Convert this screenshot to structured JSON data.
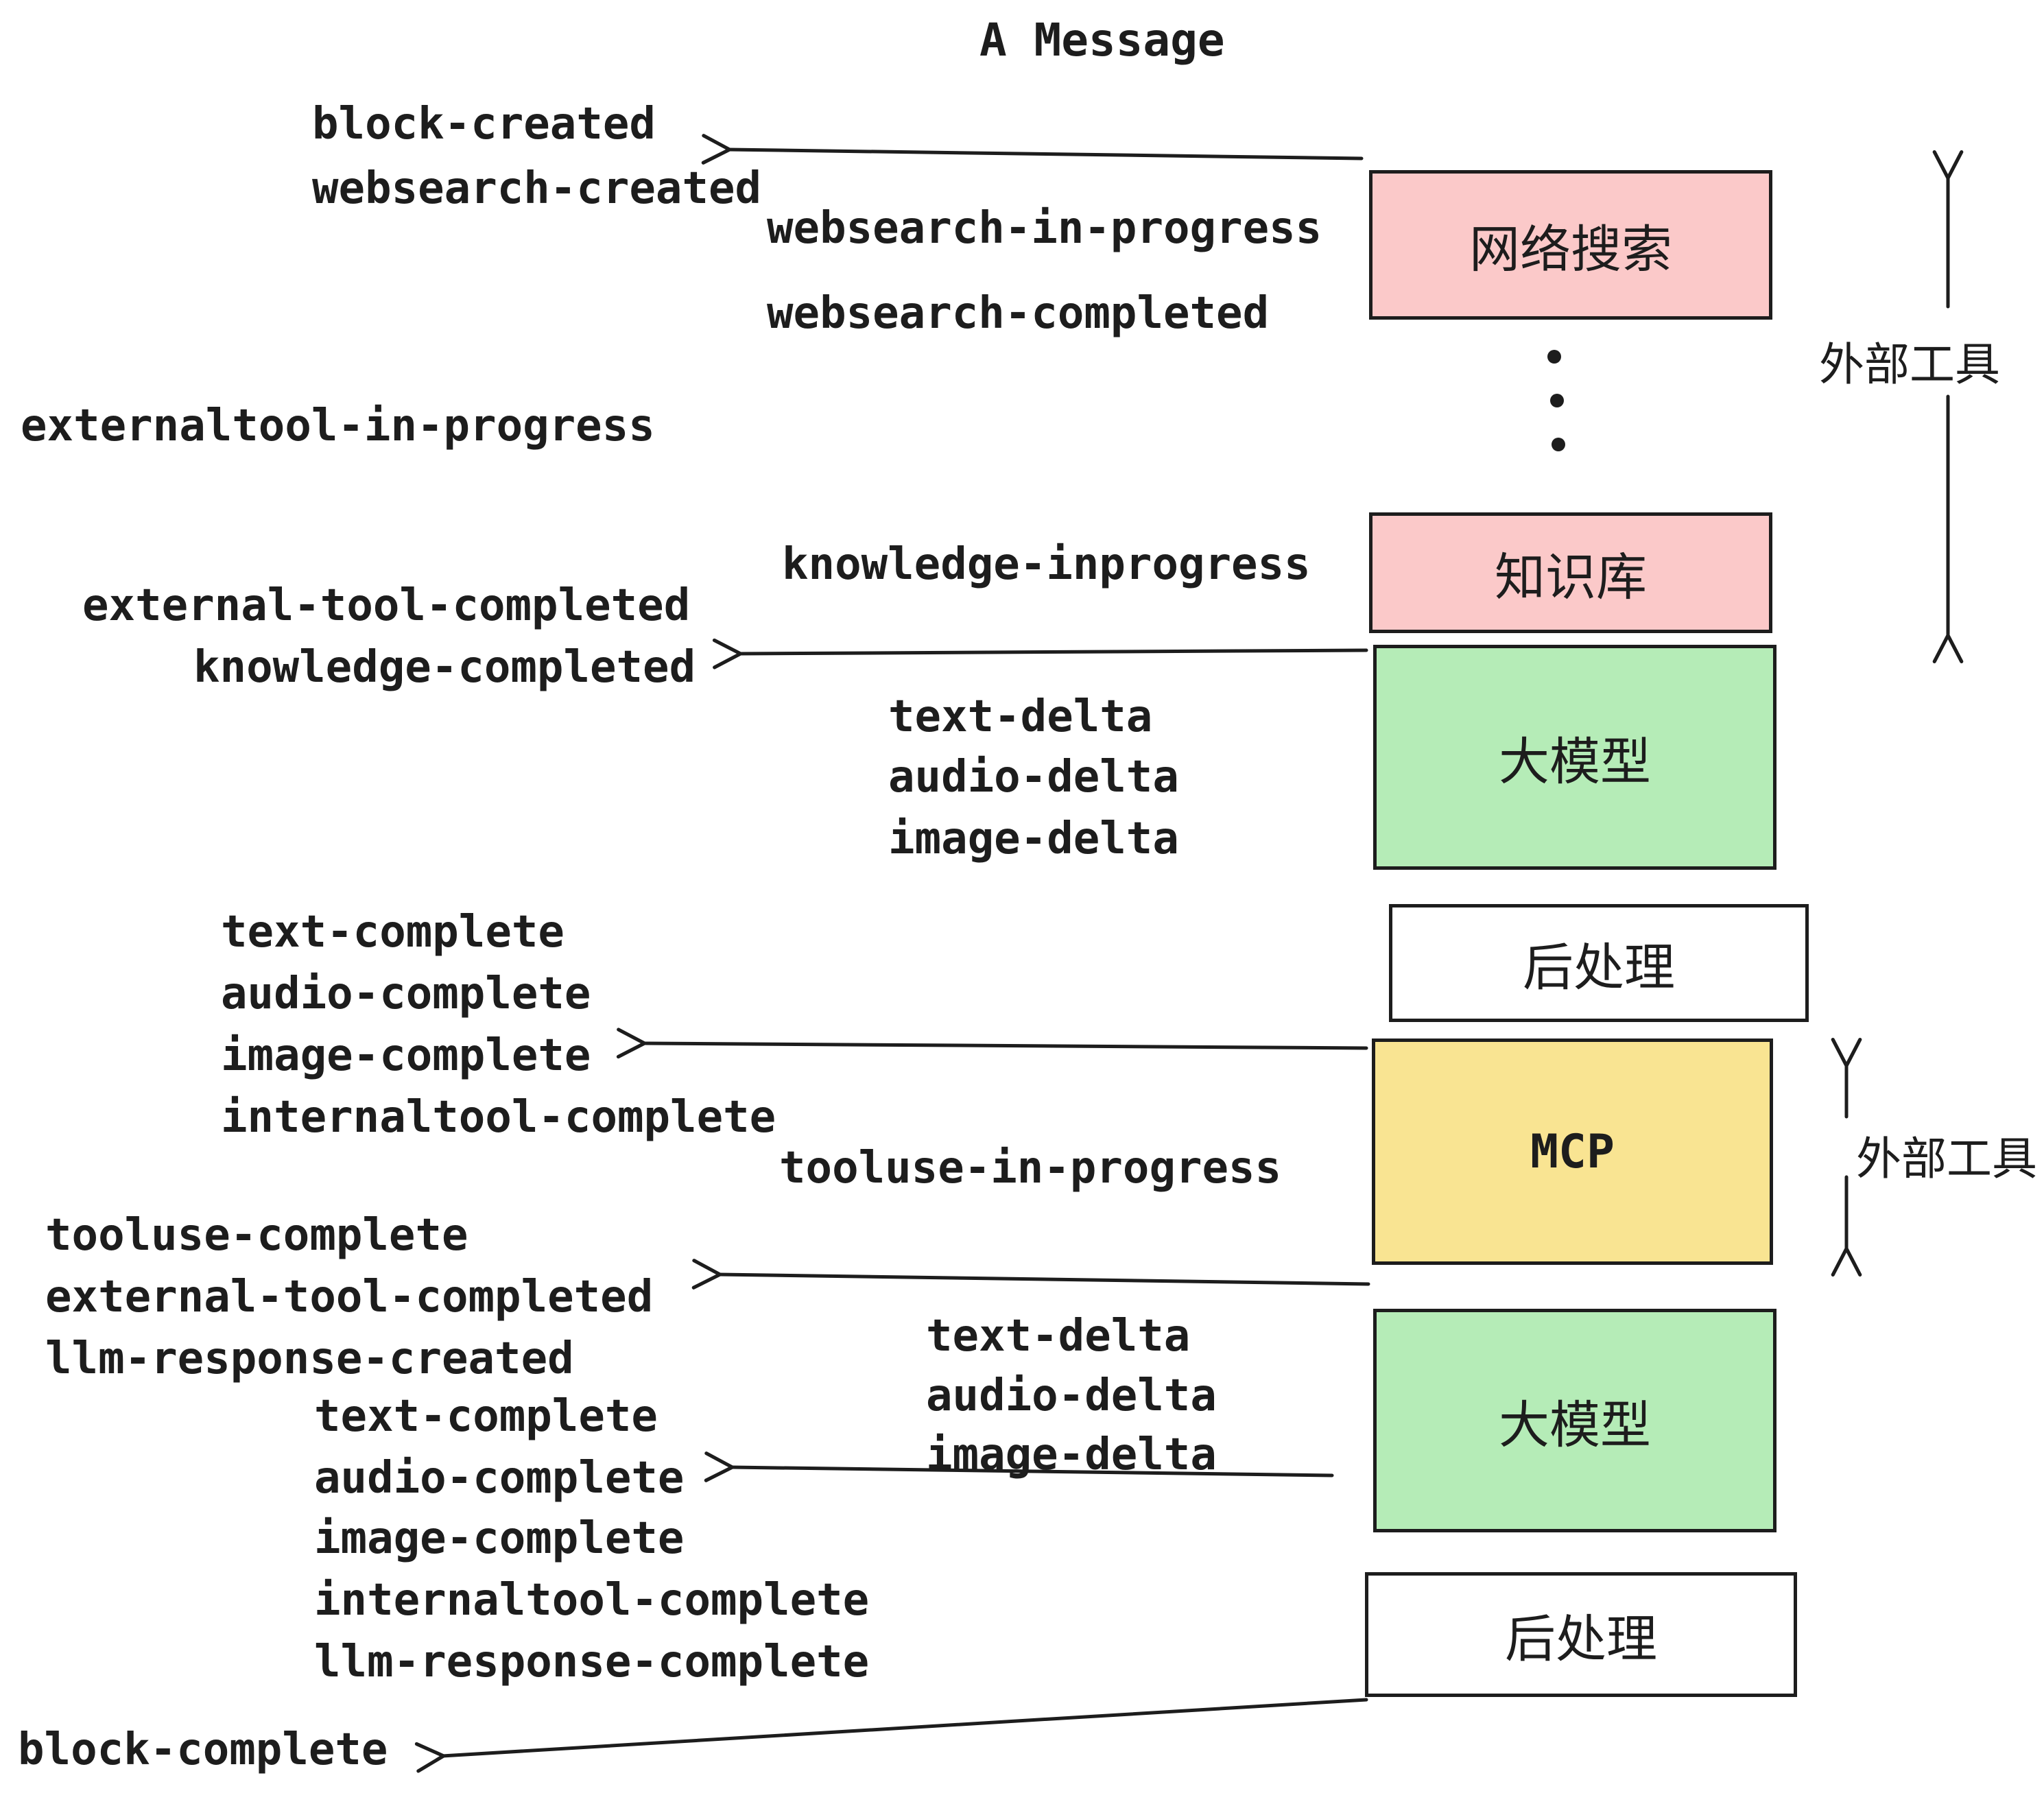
{
  "title": "A Message",
  "colors": {
    "pink": "#fbc9c9",
    "green": "#b5ecb7",
    "yellow": "#f9e492",
    "white": "#ffffff",
    "line": "#1d1d1d"
  },
  "boxes": [
    {
      "id": "websearch",
      "label": "网络搜索",
      "fill": "pink"
    },
    {
      "id": "knowledge",
      "label": "知识库",
      "fill": "pink"
    },
    {
      "id": "llm-1",
      "label": "大模型",
      "fill": "green"
    },
    {
      "id": "postprocess-1",
      "label": "后处理",
      "fill": "white"
    },
    {
      "id": "mcp",
      "label": "MCP",
      "fill": "yellow"
    },
    {
      "id": "llm-2",
      "label": "大模型",
      "fill": "green"
    },
    {
      "id": "postprocess-2",
      "label": "后处理",
      "fill": "white"
    }
  ],
  "annotations": [
    {
      "id": "external-tools-top",
      "label": "外部工具"
    },
    {
      "id": "external-tools-mcp",
      "label": "外部工具"
    }
  ],
  "events": [
    {
      "text": "block-created"
    },
    {
      "text": "websearch-created"
    },
    {
      "text": "websearch-in-progress"
    },
    {
      "text": "websearch-completed"
    },
    {
      "text": "externaltool-in-progress"
    },
    {
      "text": "knowledge-inprogress"
    },
    {
      "text": "external-tool-completed"
    },
    {
      "text": "knowledge-completed"
    },
    {
      "text": "text-delta"
    },
    {
      "text": "audio-delta"
    },
    {
      "text": "image-delta"
    },
    {
      "text": "text-complete"
    },
    {
      "text": "audio-complete"
    },
    {
      "text": "image-complete"
    },
    {
      "text": "internaltool-complete"
    },
    {
      "text": "tooluse-in-progress"
    },
    {
      "text": "tooluse-complete"
    },
    {
      "text": "external-tool-completed"
    },
    {
      "text": "llm-response-created"
    },
    {
      "text": "text-delta"
    },
    {
      "text": "audio-delta"
    },
    {
      "text": "image-delta"
    },
    {
      "text": "text-complete"
    },
    {
      "text": "audio-complete"
    },
    {
      "text": "image-complete"
    },
    {
      "text": "internaltool-complete"
    },
    {
      "text": "llm-response-complete"
    },
    {
      "text": "block-complete"
    }
  ],
  "ellipsis_dots": 3
}
